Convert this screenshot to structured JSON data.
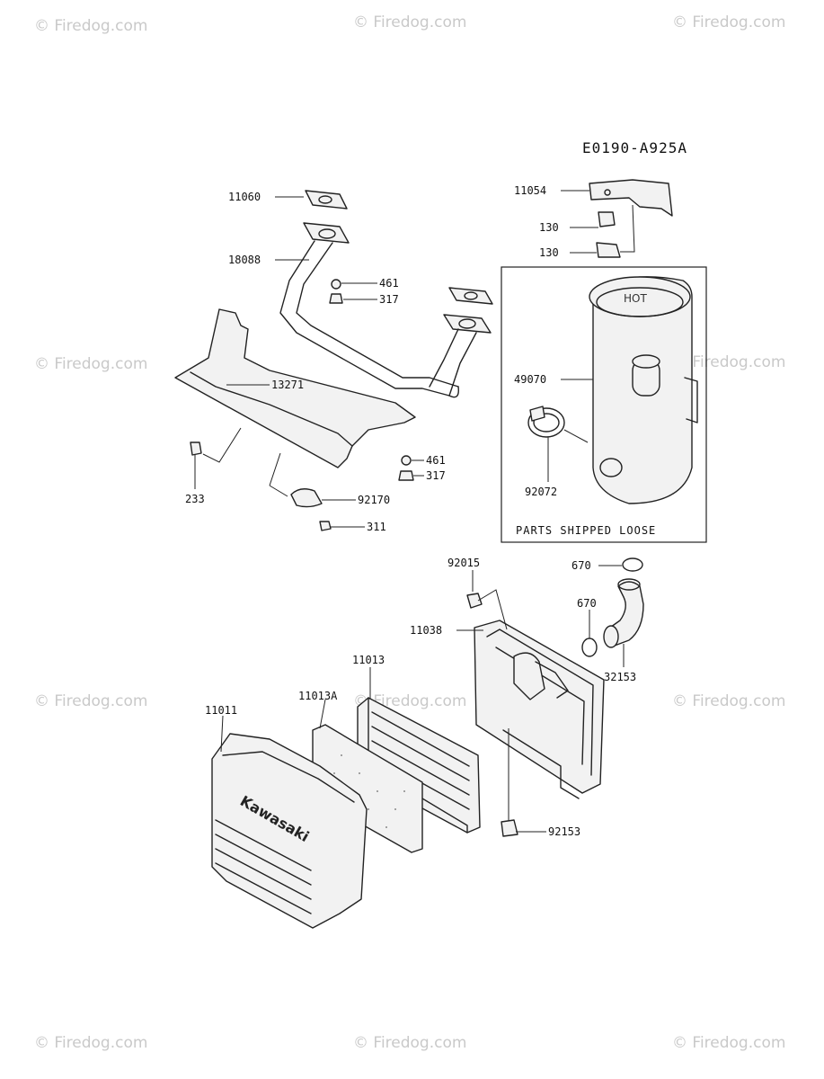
{
  "diagram": {
    "code": "E0190-A925A",
    "loose_box_caption": "PARTS SHIPPED LOOSE",
    "brand_text": "Kawasaki",
    "parts": {
      "p11060": "11060",
      "p18088": "18088",
      "p461a": "461",
      "p317a": "317",
      "p13271": "13271",
      "p233": "233",
      "p461b": "461",
      "p317b": "317",
      "p92170": "92170",
      "p311": "311",
      "p11054": "11054",
      "p130a": "130",
      "p130b": "130",
      "p49070": "49070",
      "p92072": "92072",
      "p92015": "92015",
      "p670a": "670",
      "p670b": "670",
      "p11038": "11038",
      "p32153": "32153",
      "p11013": "11013",
      "p11013A": "11013A",
      "p11011": "11011",
      "p92153": "92153"
    }
  },
  "watermark": {
    "text": "© Firedog.com"
  }
}
